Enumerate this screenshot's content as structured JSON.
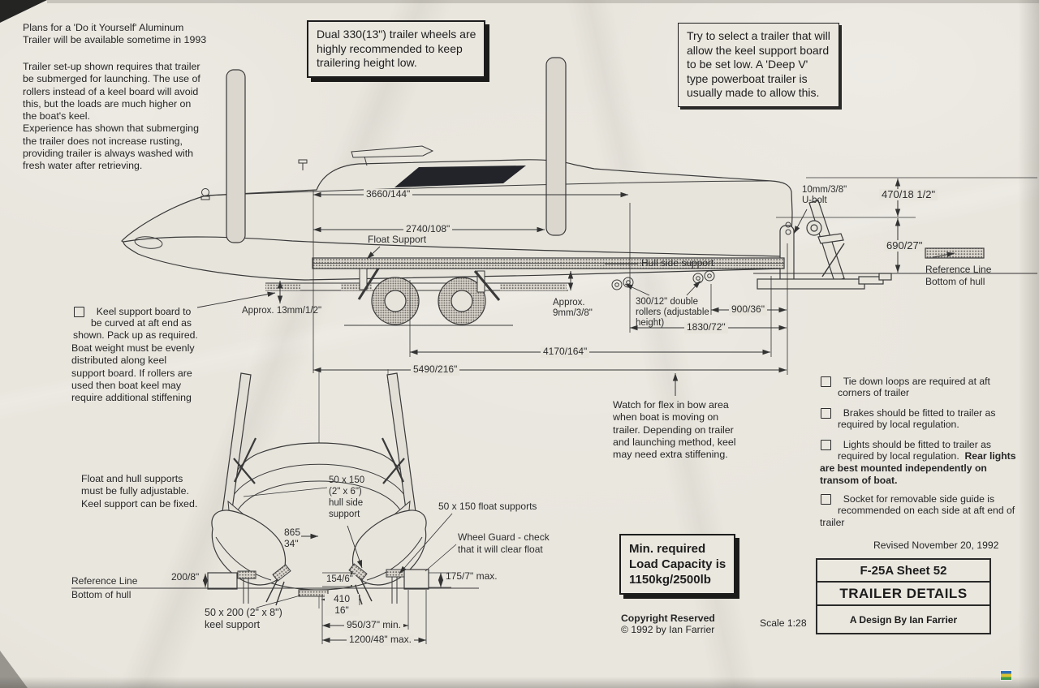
{
  "notes": {
    "plans": "Plans for a 'Do it Yourself' Aluminum\nTrailer will be available sometime in 1993",
    "setup": "Trailer set-up shown requires that trailer\nbe submerged for launching. The use of\nrollers instead of a keel board will avoid\nthis, but the loads are much higher on\nthe boat's keel.\nExperience has shown that submerging\nthe trailer does not increase rusting,\nproviding trailer is always washed with\nfresh water after retrieving.",
    "wheels": "Dual 330(13\") trailer wheels are\nhighly recommended to keep\ntrailering height low.",
    "deep_v": "Try to select a trailer that will\nallow the keel support board\nto be set low. A 'Deep V'\ntype powerboat trailer is\nusually made to allow this.",
    "keel_board": "Keel support board to\nbe curved at aft end as\nshown. Pack up as required.",
    "boat_weight": "Boat weight must be evenly\ndistributed along keel\nsupport board. If rollers are\nused then boat keel may\nrequire additional stiffening",
    "float_hull": "Float and hull supports\nmust be fully adjustable.\nKeel support can be fixed.",
    "flex": "Watch for flex in bow area\nwhen boat is moving on\ntrailer. Depending on trailer\nand launching method, keel\nmay need extra stiffening.",
    "load": "Min. required\nLoad Capacity is\n1150kg/2500lb"
  },
  "checklist": [
    {
      "text": "Tie down loops are required at aft\ncorners of trailer",
      "bold": ""
    },
    {
      "text": "Brakes should be fitted to trailer as\nrequired by local regulation.",
      "bold": ""
    },
    {
      "text": "Lights should be fitted to trailer as\nrequired by local regulation.  ",
      "bold": "Rear lights\nare best mounted independently on\ntransom of boat."
    },
    {
      "text": "Socket for removable side guide is\nrecommended on each side at aft end of\ntrailer",
      "bold": ""
    }
  ],
  "side_view": {
    "dim_3660": "3660/144\"",
    "dim_2740": "2740/108\"",
    "float_support": "Float Support",
    "hull_side_support": "Hull side support",
    "u_bolt": "10mm/3/8\"\nU-bolt",
    "dim_470": "470/18 1/2\"",
    "dim_690": "690/27\"",
    "ref_line_1": "Reference Line",
    "ref_line_2": "Bottom of hull",
    "approx_13": "Approx. 13mm/1/2\"",
    "approx_9": "Approx.\n9mm/3/8\"",
    "rollers": "300/12\" double\nrollers (adjustable\nheight)",
    "dim_900": "900/36\"",
    "dim_1830": "1830/72\"",
    "dim_4170": "4170/164\"",
    "dim_5490": "5490/216\""
  },
  "front_view": {
    "hull_side": "50 x 150\n(2\" x 6\")\nhull side\nsupport",
    "float_supports": "50 x 150 float supports",
    "wheel_guard": "Wheel Guard - check\nthat it will clear float",
    "dim_865": "865\n34\"",
    "dim_200": "200/8\"",
    "dim_154": "154/6\"",
    "dim_175": "175/7\" max.",
    "dim_410": "410\n16\"",
    "dim_950": "950/37\" min.",
    "dim_1200": "1200/48\" max.",
    "keel_support": "50 x 200 (2\" x 8\")\nkeel support",
    "ref_line_1": "Reference Line",
    "ref_line_2": "Bottom of hull"
  },
  "footer": {
    "copyright_1": "Copyright Reserved",
    "copyright_2": "© 1992 by Ian Farrier",
    "scale": "Scale 1:28",
    "revised": "Revised November 20, 1992"
  },
  "titleblock": {
    "sheet": "F-25A Sheet 52",
    "title": "TRAILER DETAILS",
    "designer": "A Design By Ian Farrier"
  }
}
